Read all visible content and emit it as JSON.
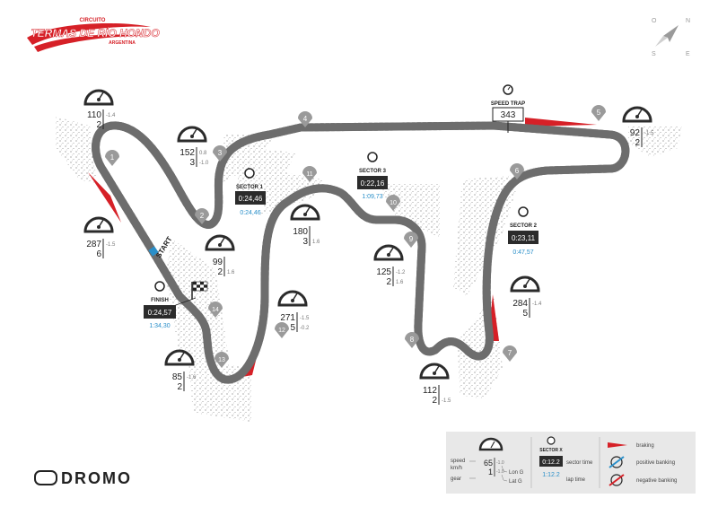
{
  "logo": {
    "line1": "CIRCUITO",
    "line2": "TERMAS DE RÍO HONDO",
    "line3": "ARGENTINA"
  },
  "compass": {
    "n": "N",
    "s": "S",
    "e": "E",
    "o": "O"
  },
  "brand": "DROMO",
  "corners": {
    "c1": "1",
    "c2": "2",
    "c3": "3",
    "c4": "4",
    "c5": "5",
    "c6": "6",
    "c7": "7",
    "c8": "8",
    "c9": "9",
    "c10": "10",
    "c11": "11",
    "c12": "12",
    "c13": "13",
    "c14": "14"
  },
  "gauges": [
    {
      "speed": "110",
      "gear": "2",
      "lon": "-1.4",
      "lat": ""
    },
    {
      "speed": "152",
      "gear": "3",
      "lon": "0.8",
      "lat": "-1.0"
    },
    {
      "speed": "287",
      "gear": "6",
      "lon": "-1.5",
      "lat": ""
    },
    {
      "speed": "99",
      "gear": "2",
      "lon": "",
      "lat": "1.6"
    },
    {
      "speed": "180",
      "gear": "3",
      "lon": "",
      "lat": "1.6"
    },
    {
      "speed": "125",
      "gear": "2",
      "lon": "-1.2",
      "lat": "1.6"
    },
    {
      "speed": "271",
      "gear": "5",
      "lon": "-1.5",
      "lat": "-0.2"
    },
    {
      "speed": "85",
      "gear": "2",
      "lon": "-1.6",
      "lat": ""
    },
    {
      "speed": "112",
      "gear": "2",
      "lon": "",
      "lat": "-1.5"
    },
    {
      "speed": "284",
      "gear": "5",
      "lon": "-1.4",
      "lat": ""
    },
    {
      "speed": "92",
      "gear": "2",
      "lon": "-1.5",
      "lat": ""
    }
  ],
  "speed_trap": {
    "label": "SPEED TRAP",
    "value": "343"
  },
  "sectors": [
    {
      "label": "SECTOR 1",
      "time": "0:24,46",
      "total": "0:24,46"
    },
    {
      "label": "SECTOR 3",
      "time": "0:22,16",
      "total": "1:09,73"
    },
    {
      "label": "SECTOR 2",
      "time": "0:23,11",
      "total": "0:47,57"
    },
    {
      "label": "FINISH",
      "time": "0:24,57",
      "total": "1:34,30"
    }
  ],
  "start_label": "START",
  "legend": {
    "speed_label": "speed",
    "speed_unit": "km/h",
    "gear_label": "gear",
    "example_speed": "65",
    "example_gear": "1",
    "example_lon": "-1.0",
    "example_lat": "-1.0",
    "lon_label": "Lon G",
    "lat_label": "Lat G",
    "sector_label": "SECTOR X",
    "sector_time": "0:12.2",
    "lap_time": "1:12.2",
    "sector_time_label": "sector time",
    "lap_time_label": "lap time",
    "braking": "braking",
    "positive_banking": "positive banking",
    "negative_banking": "negative banking"
  },
  "colors": {
    "track": "#6d6d6d",
    "braking_red": "#d62027",
    "time_blue": "#2a8fc9",
    "legend_bg": "#e8e8e8",
    "gauge_dark": "#2b2b2b"
  }
}
